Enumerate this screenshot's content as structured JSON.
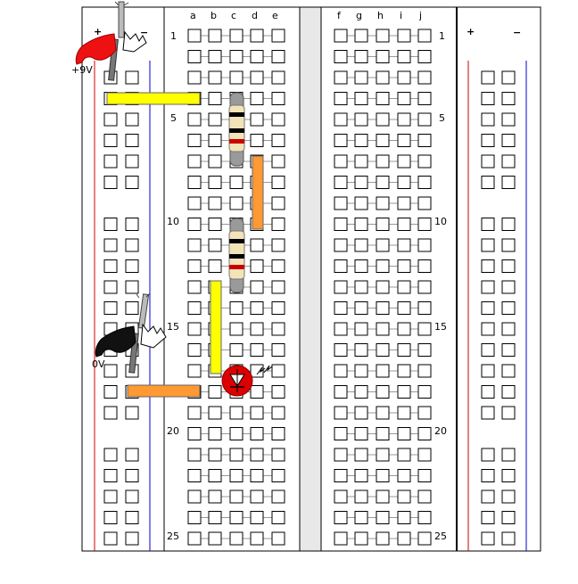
{
  "breadboard": {
    "columns_left": [
      "a",
      "b",
      "c",
      "d",
      "e"
    ],
    "columns_right": [
      "f",
      "g",
      "h",
      "i",
      "j"
    ],
    "row_labels": [
      "1",
      "5",
      "10",
      "15",
      "20",
      "25"
    ],
    "rail_left": {
      "plus": "+",
      "minus": "−"
    },
    "rail_right": {
      "plus": "+",
      "minus": "−"
    },
    "colors": {
      "rail_plus": "#cc0000",
      "rail_minus": "#0000cc",
      "hole_stroke": "#000000",
      "divider": "#e8e8e8"
    }
  },
  "probes": {
    "positive": {
      "label": "+9V",
      "color": "#ee1111",
      "icon": "alligator-clip-red"
    },
    "ground": {
      "label": "0V",
      "color": "#111111",
      "icon": "alligator-clip-black"
    }
  },
  "components": {
    "resistors": [
      {
        "name": "resistor-1",
        "bands": [
          "#000000",
          "#000000",
          "#cc0000"
        ]
      },
      {
        "name": "resistor-2",
        "bands": [
          "#000000",
          "#000000",
          "#cc0000"
        ]
      }
    ],
    "wires": [
      {
        "name": "wire-yellow-top",
        "color": "#ffff00"
      },
      {
        "name": "wire-orange-vertical",
        "color": "#ff9933"
      },
      {
        "name": "wire-yellow-vertical",
        "color": "#ffff00"
      },
      {
        "name": "wire-orange-bottom",
        "color": "#ff9933"
      }
    ],
    "led": {
      "name": "led",
      "color": "#dd0000",
      "icon": "led-icon"
    }
  }
}
